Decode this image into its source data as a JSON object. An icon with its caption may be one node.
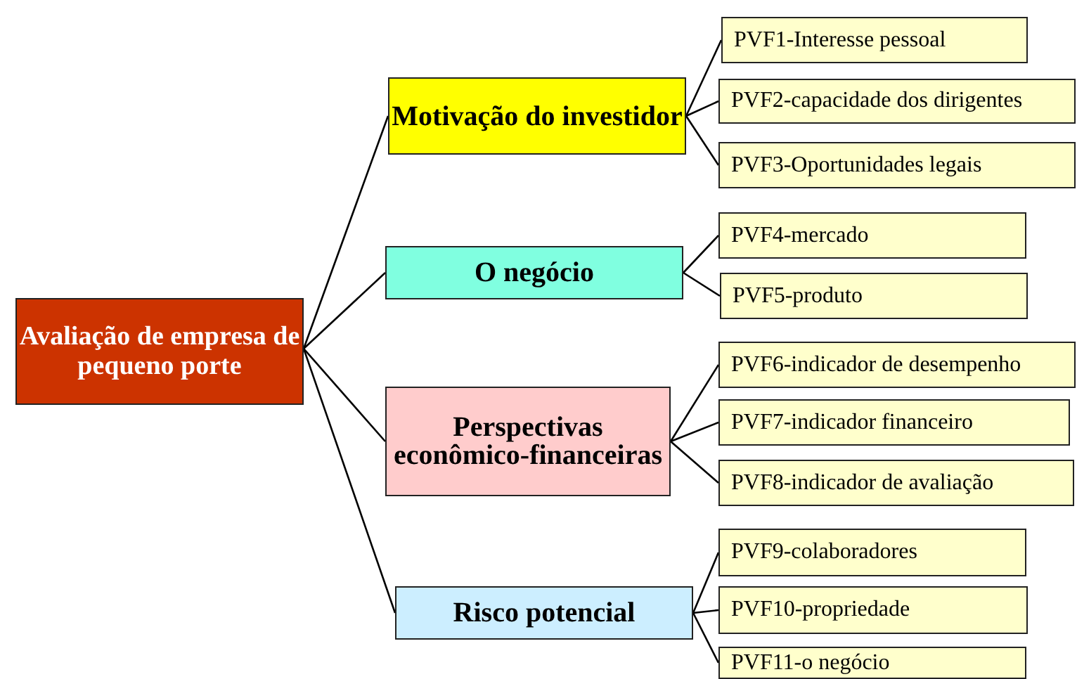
{
  "diagram": {
    "nodes": [
      {
        "text": [
          "Avaliação de empresa de pequeno porte"
        ]
      },
      {
        "text": [
          "Motivação do investidor"
        ]
      },
      {
        "text": [
          "PVF1-Interesse pessoal"
        ]
      },
      {
        "text": [
          "PVF2-capacidade dos dirigentes"
        ]
      },
      {
        "text": [
          "PVF3-Oportunidades legais"
        ]
      },
      {
        "text": [
          "O negócio"
        ]
      },
      {
        "text": [
          "PVF4-mercado"
        ]
      },
      {
        "text": [
          "PVF5-produto"
        ]
      },
      {
        "text": [
          "Perspectivas econômico-financeiras"
        ]
      },
      {
        "text": [
          "PVF6-indicador de desempenho"
        ]
      },
      {
        "text": [
          "PVF7-indicador financeiro"
        ]
      },
      {
        "text": [
          "PVF8-indicador de avaliação"
        ]
      },
      {
        "text": [
          "Risco potencial"
        ]
      },
      {
        "text": [
          "PVF9-colaboradores"
        ]
      },
      {
        "text": [
          "PVF10-propriedade"
        ]
      },
      {
        "text": [
          "PVF11-o negócio"
        ]
      }
    ],
    "edges": [
      {
        "from": 0,
        "to": 1,
        "arrow": "none"
      },
      {
        "from": 0,
        "to": 5,
        "arrow": "none"
      },
      {
        "from": 0,
        "to": 8,
        "arrow": "none"
      },
      {
        "from": 0,
        "to": 12,
        "arrow": "none"
      },
      {
        "from": 1,
        "to": 2,
        "arrow": "none"
      },
      {
        "from": 1,
        "to": 3,
        "arrow": "none"
      },
      {
        "from": 1,
        "to": 4,
        "arrow": "none"
      },
      {
        "from": 5,
        "to": 6,
        "arrow": "none"
      },
      {
        "from": 5,
        "to": 7,
        "arrow": "none"
      },
      {
        "from": 8,
        "to": 9,
        "arrow": "none"
      },
      {
        "from": 8,
        "to": 10,
        "arrow": "none"
      },
      {
        "from": 8,
        "to": 11,
        "arrow": "none"
      },
      {
        "from": 12,
        "to": 13,
        "arrow": "none"
      },
      {
        "from": 12,
        "to": 14,
        "arrow": "none"
      },
      {
        "from": 12,
        "to": 15,
        "arrow": "none"
      }
    ]
  }
}
